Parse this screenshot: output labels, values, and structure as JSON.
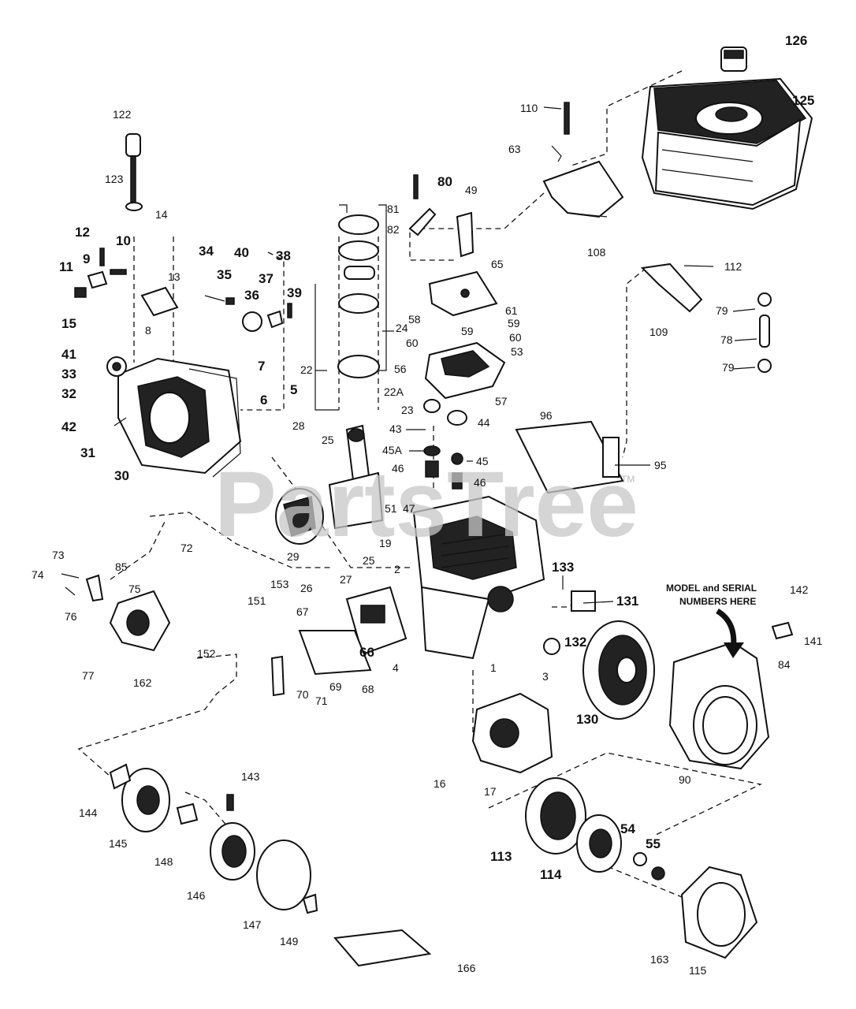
{
  "watermark": {
    "text": "PartsTree",
    "tm": "TM"
  },
  "callout": {
    "line1": "MODEL and SERIAL",
    "line2": "NUMBERS HERE"
  },
  "labels": {
    "l126": "126",
    "l125": "125",
    "l110": "110",
    "l63": "63",
    "l108": "108",
    "l122": "122",
    "l123": "123",
    "l14": "14",
    "l12": "12",
    "l9": "9",
    "l10": "10",
    "l11": "11",
    "l15": "15",
    "l13": "13",
    "l8": "8",
    "l34": "34",
    "l40": "40",
    "l38": "38",
    "l35": "35",
    "l37": "37",
    "l36": "36",
    "l39": "39",
    "l41": "41",
    "l33": "33",
    "l32": "32",
    "l42": "42",
    "l31": "31",
    "l30": "30",
    "l7": "7",
    "l5": "5",
    "l6": "6",
    "l80": "80",
    "l49": "49",
    "l81": "81",
    "l82": "82",
    "l65": "65",
    "l112": "112",
    "l109": "109",
    "l79a": "79",
    "l78": "78",
    "l79b": "79",
    "l24": "24",
    "l22": "22",
    "l22A": "22A",
    "l23": "23",
    "l58": "58",
    "l59a": "59",
    "l60a": "60",
    "l61": "61",
    "l59b": "59",
    "l60b": "60",
    "l53": "53",
    "l56": "56",
    "l57": "57",
    "l96": "96",
    "l43": "43",
    "l44": "44",
    "l45A": "45A",
    "l45": "45",
    "l46a": "46",
    "l46b": "46",
    "l47": "47",
    "l95": "95",
    "l28": "28",
    "l25a": "25",
    "l51": "51",
    "l19": "19",
    "l29": "29",
    "l25b": "25",
    "l27": "27",
    "l26": "26",
    "l72": "72",
    "l73": "73",
    "l74": "74",
    "l85": "85",
    "l75": "75",
    "l76": "76",
    "l77": "77",
    "l162": "162",
    "l153": "153",
    "l151": "151",
    "l67": "67",
    "l66": "66",
    "l152": "152",
    "l70": "70",
    "l71": "71",
    "l69": "69",
    "l68": "68",
    "l2": "2",
    "l4": "4",
    "l1": "1",
    "l3": "3",
    "l133": "133",
    "l131": "131",
    "l132": "132",
    "l142": "142",
    "l141": "141",
    "l84": "84",
    "l130": "130",
    "l90": "90",
    "l16": "16",
    "l17": "17",
    "l143": "143",
    "l144": "144",
    "l145": "145",
    "l148": "148",
    "l146": "146",
    "l147": "147",
    "l149": "149",
    "l113": "113",
    "l114": "114",
    "l54": "54",
    "l55": "55",
    "l163": "163",
    "l115": "115",
    "l166": "166"
  }
}
